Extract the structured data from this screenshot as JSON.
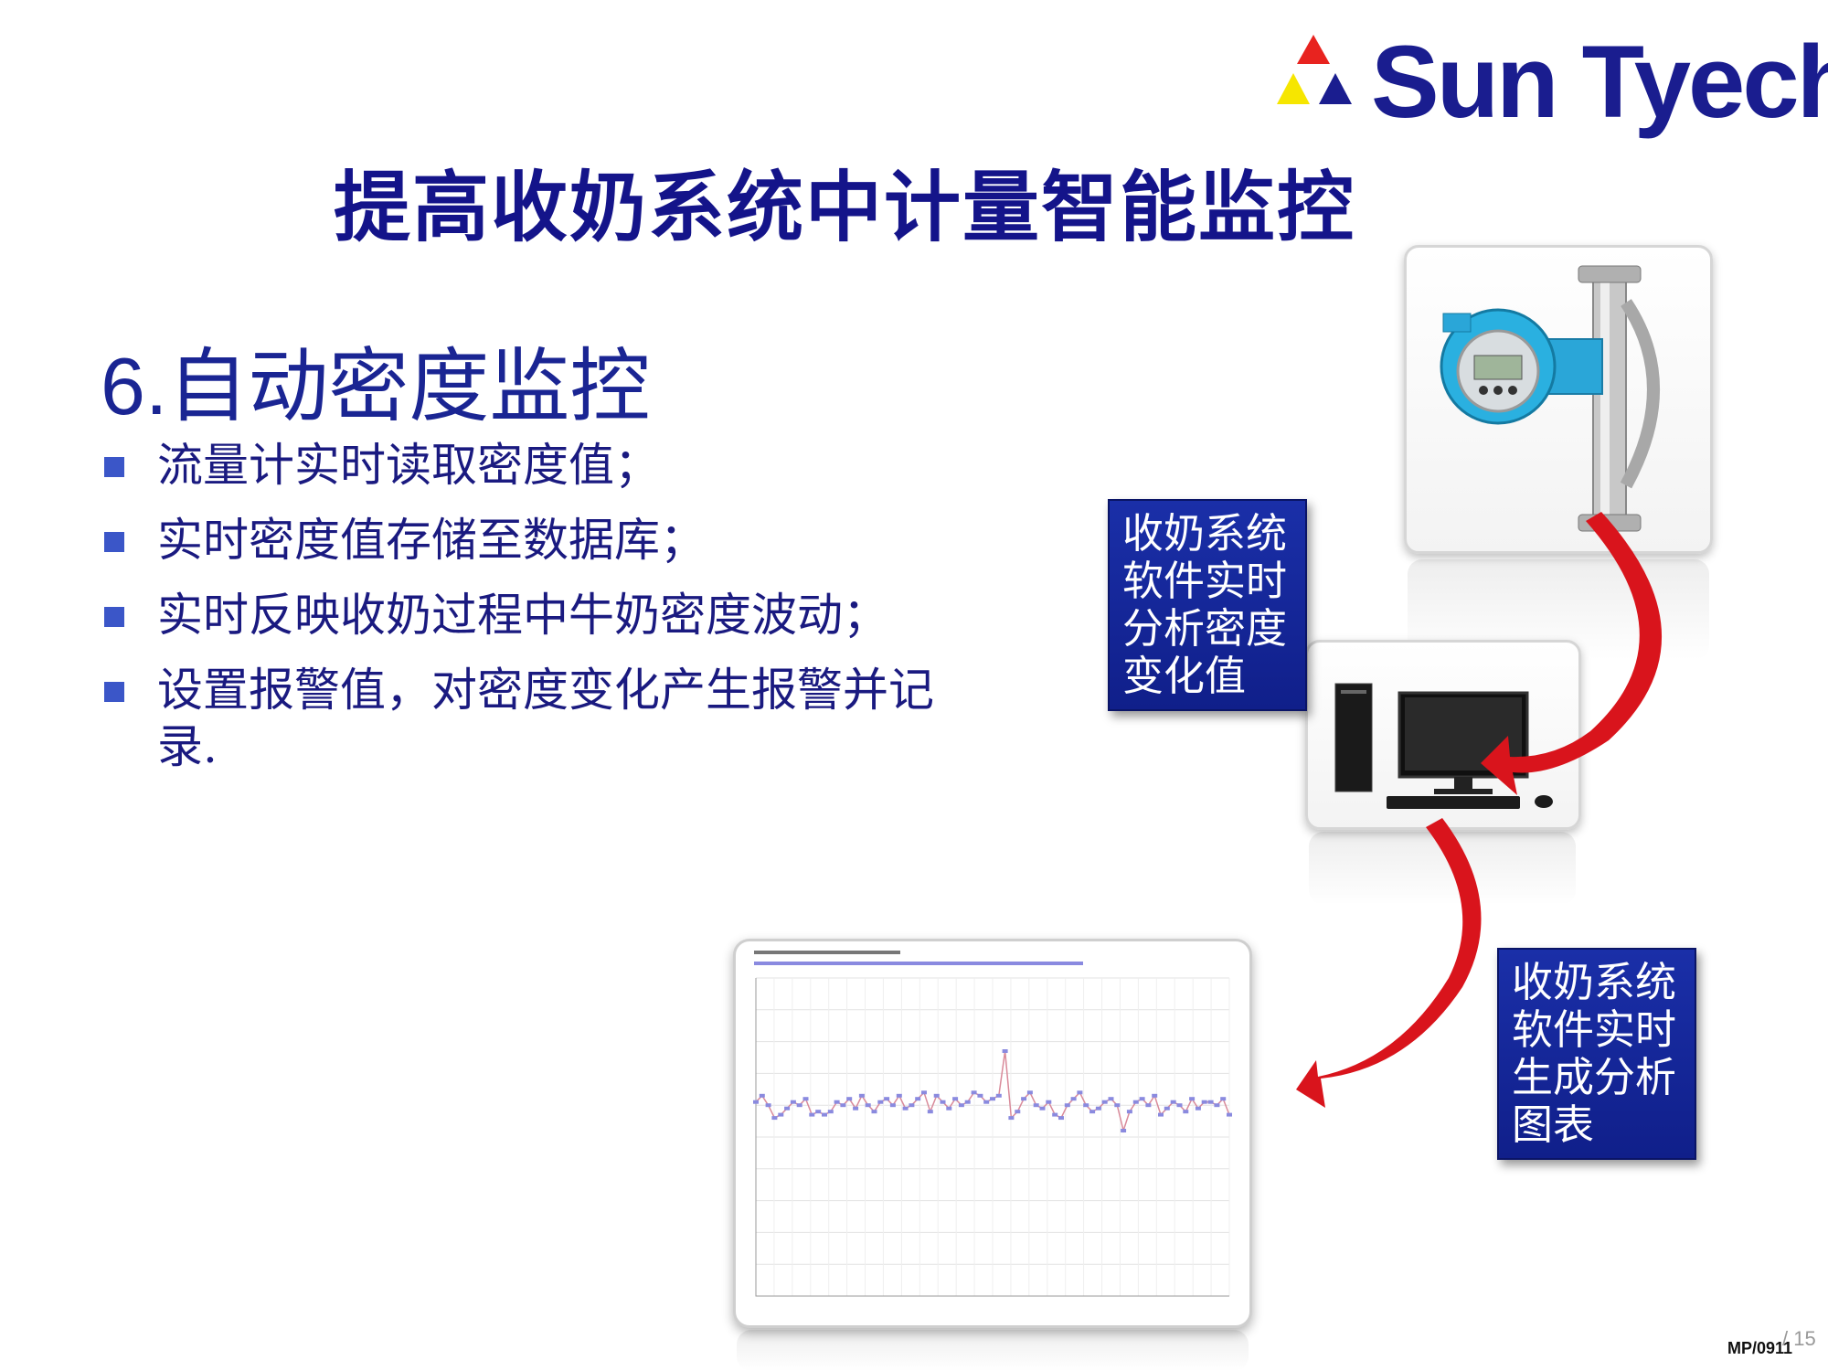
{
  "logo": {
    "text": "Sun Tyech",
    "colors": {
      "red": "#e8231f",
      "yellow": "#f6e600",
      "blue": "#1a1d8f"
    }
  },
  "title": "提高收奶系统中计量智能监控",
  "section": {
    "number": "6.",
    "heading": "自动密度监控"
  },
  "bullets": [
    "流量计实时读取密度值；",
    "实时密度值存储至数据库；",
    "实时反映收奶过程中牛奶密度波动；",
    "设置报警值，对密度变化产生报警并记录."
  ],
  "callouts": {
    "analysis": [
      "收奶系统",
      "软件实时",
      "分析密度",
      "变化值"
    ],
    "chart": [
      "收奶系统",
      "软件实时",
      "生成分析",
      "图表"
    ]
  },
  "images": {
    "flowmeter": "coriolis-flowmeter-photo",
    "computer": "desktop-computer-photo"
  },
  "chart_data": {
    "type": "line",
    "series": [
      {
        "values": [
          61,
          63,
          60,
          56,
          57,
          59,
          61,
          60,
          62,
          57,
          58,
          57,
          58,
          61,
          60,
          62,
          59,
          63,
          60,
          58,
          61,
          62,
          60,
          63,
          59,
          60,
          62,
          64,
          58,
          63,
          61,
          59,
          62,
          60,
          61,
          64,
          63,
          61,
          62,
          63,
          77,
          56,
          58,
          62,
          64,
          60,
          59,
          61,
          57,
          56,
          60,
          62,
          64,
          60,
          58,
          59,
          61,
          62,
          60,
          52,
          58,
          61,
          62,
          60,
          63,
          57,
          59,
          61,
          60,
          58,
          62,
          59,
          61,
          61,
          60,
          62,
          57
        ]
      }
    ],
    "ylim": [
      0,
      100
    ],
    "grid": true,
    "colors": {
      "line": "#d98a9a",
      "marker": "#8a8adf"
    }
  },
  "footer": {
    "code": "MP/0911",
    "page": "/ 15"
  }
}
